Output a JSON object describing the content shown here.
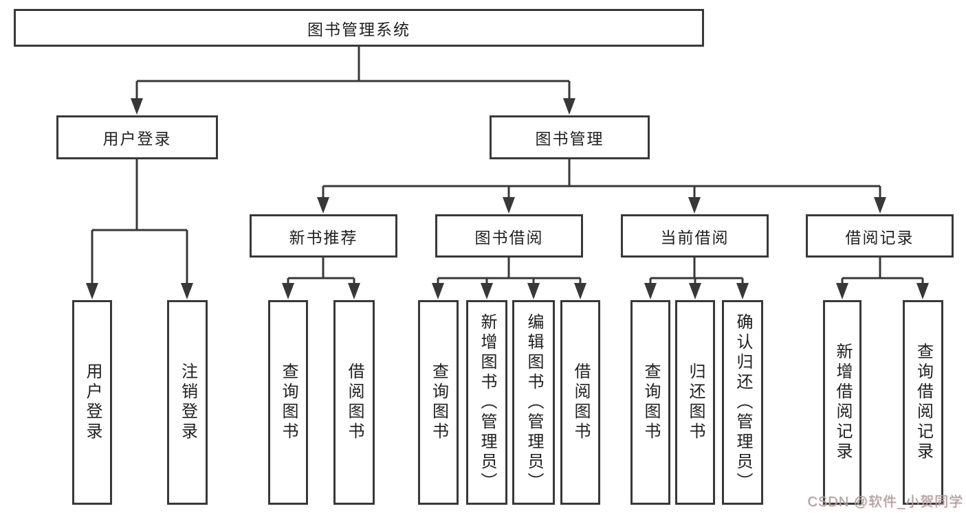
{
  "diagram": {
    "watermark": "CSDN @软件_小贺同学"
  },
  "colors": {
    "line": "#383838",
    "box_border": "#383838",
    "text": "#1f1f1f",
    "background": "#ffffff",
    "watermark": "#a8a4a4"
  },
  "nodes": {
    "root": {
      "label": "图书管理系统"
    },
    "user_login": {
      "label": "用户登录"
    },
    "book_mgmt": {
      "label": "图书管理"
    },
    "new_book_rec": {
      "label": "新书推荐"
    },
    "book_borrow": {
      "label": "图书借阅"
    },
    "current_borrow": {
      "label": "当前借阅"
    },
    "borrow_record": {
      "label": "借阅记录"
    },
    "leaf_user_login": {
      "label": "用户登录"
    },
    "leaf_logout": {
      "label": "注销登录"
    },
    "leaf_query_book_a": {
      "label": "查询图书"
    },
    "leaf_borrow_book_a": {
      "label": "借阅图书"
    },
    "leaf_query_book_b": {
      "label": "查询图书"
    },
    "leaf_add_book": {
      "label": "新增图书（管理员）"
    },
    "leaf_edit_book": {
      "label": "编辑图书（管理员）"
    },
    "leaf_borrow_book_b": {
      "label": "借阅图书"
    },
    "leaf_query_book_c": {
      "label": "查询图书"
    },
    "leaf_return_book": {
      "label": "归还图书"
    },
    "leaf_confirm_return": {
      "label": "确认归还（管理员）"
    },
    "leaf_add_record": {
      "label": "新增借阅记录"
    },
    "leaf_query_record": {
      "label": "查询借阅记录"
    }
  }
}
